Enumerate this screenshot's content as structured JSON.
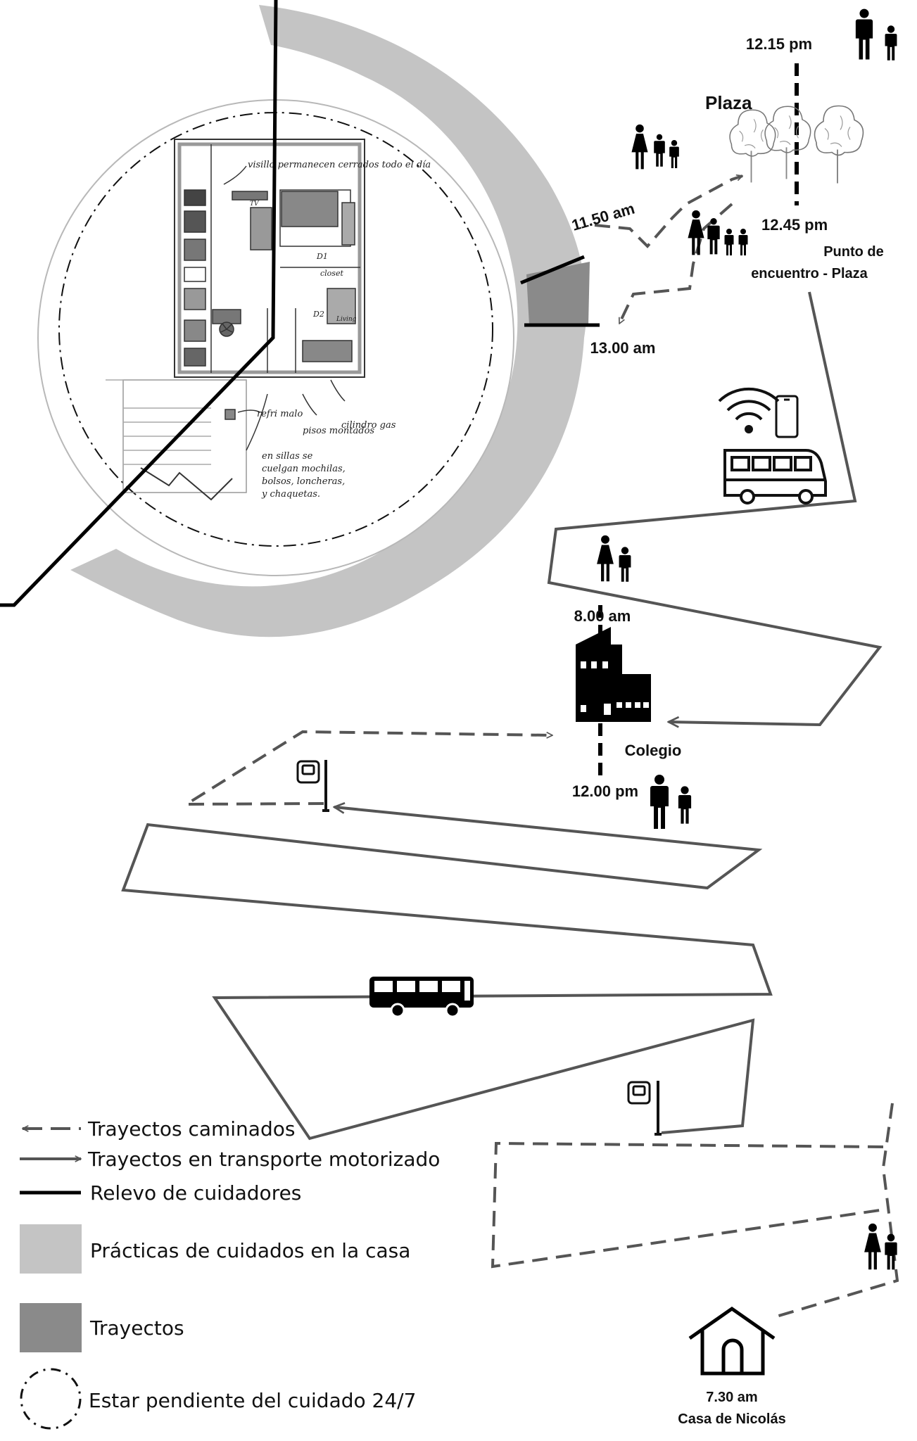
{
  "labels": {
    "plaza": "Plaza",
    "punto_line1": "Punto de",
    "punto_line2": "encuentro - Plaza",
    "colegio": "Colegio",
    "casa_time": "7.30 am",
    "casa_name": "Casa de Nicolás"
  },
  "times": {
    "t1215": "12.15 pm",
    "t1150": "11.50 am",
    "t1245": "12.45 pm",
    "t1300": "13.00 am",
    "t800": "8.00 am",
    "t1200": "12.00 pm"
  },
  "sketch_notes": {
    "visillo": "visillo permanecen cerrados todo el día",
    "tv": "TV",
    "d1": "D1",
    "d2": "D2",
    "closet": "closet",
    "living": "Living",
    "refri": "refri malo",
    "pisos": "pisos montados",
    "cilindro": "cilindro gas",
    "sillas_1": "en sillas se",
    "sillas_2": "cuelgan mochilas,",
    "sillas_3": "bolsos, loncheras,",
    "sillas_4": "y chaquetas."
  },
  "legend": {
    "walked": "Trayectos caminados",
    "motor": "Trayectos en transporte motorizado",
    "relevo": "Relevo de cuidadores",
    "practicas": "Prácticas de cuidados en la casa",
    "trayectos": "Trayectos",
    "pendiente": "Estar pendiente del cuidado 24/7"
  },
  "colors": {
    "ring_light": "#c4c4c4",
    "ring_dark": "#8a8a8a",
    "route": "#555555",
    "black": "#000000"
  }
}
